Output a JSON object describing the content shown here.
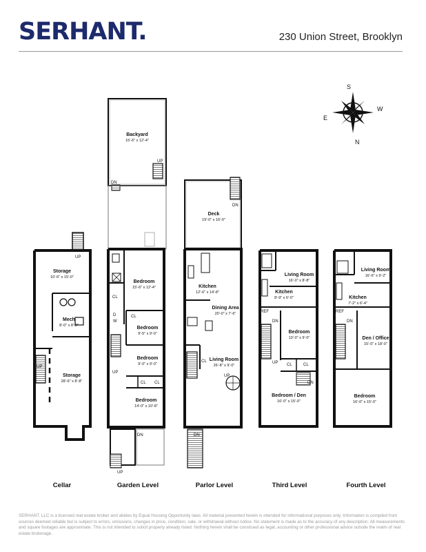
{
  "brand": {
    "logo": "SERHANT.",
    "address": "230 Union Street, Brooklyn",
    "brand_color": "#1d2a6b"
  },
  "compass": {
    "s": "S",
    "w": "W",
    "n": "N",
    "e": "E"
  },
  "marks": {
    "up": "UP",
    "dn": "DN",
    "cl": "CL",
    "ref": "REF",
    "d": "D",
    "w": "W"
  },
  "cellar": {
    "label": "Cellar",
    "rooms": [
      {
        "name": "Storage",
        "dims": "10'-6\" x 15'-0\""
      },
      {
        "name": "Mech",
        "dims": "8'-0\" x 8'-8\""
      },
      {
        "name": "Storage",
        "dims": "28'-6\" x 8'-8\""
      }
    ]
  },
  "garden": {
    "label": "Garden Level",
    "rooms": [
      {
        "name": "Backyard",
        "dims": "15'-6\" x 12'-4\""
      },
      {
        "name": "Bedroom",
        "dims": "15'-6\" x 12'-4\""
      },
      {
        "name": "Bedroom",
        "dims": "9'-5\" x 9'-0\""
      },
      {
        "name": "Bedroom",
        "dims": "9'-0\" x 9'-0\""
      },
      {
        "name": "Bedroom",
        "dims": "14'-0\" x 10'-8\""
      }
    ]
  },
  "parlor": {
    "label": "Parlor Level",
    "rooms": [
      {
        "name": "Deck",
        "dims": "19'-0\" x 16'-0\""
      },
      {
        "name": "Kitchen",
        "dims": "12'-6\" x 14'-8\""
      },
      {
        "name": "Dining Area",
        "dims": "20'-0\" x 7'-6\""
      },
      {
        "name": "Living Room",
        "dims": "26'-8\" x 9'-0\""
      }
    ]
  },
  "third": {
    "label": "Third Level",
    "rooms": [
      {
        "name": "Living Room",
        "dims": "16'-0\" x 8'-8\""
      },
      {
        "name": "Kitchen",
        "dims": "8'-9\" x 6'-0\""
      },
      {
        "name": "Bedroom",
        "dims": "13'-0\" x 9'-0\""
      },
      {
        "name": "Bedroom / Den",
        "dims": "16'-0\" x 15'-0\""
      }
    ]
  },
  "fourth": {
    "label": "Fourth Level",
    "rooms": [
      {
        "name": "Living Room",
        "dims": "16'-6\" x 9'-2\""
      },
      {
        "name": "Kitchen",
        "dims": "7'-2\" x 6'-4\""
      },
      {
        "name": "Den / Office",
        "dims": "15'-0\" x 18'-0\""
      },
      {
        "name": "Bedroom",
        "dims": "16'-0\" x 15'-0\""
      }
    ]
  },
  "disclaimer": "SERHANT. LLC is a licensed real estate broker and abides by Equal Housing Opportunity laws. All material presented herein is intended for informational purposes only. Information is compiled from sources deemed reliable but is subject to errors, omissions, changes in price, condition, sale, or withdrawal without notice. No statement is made as to the accuracy of any description. All measurements and square footages are approximate. This is not intended to solicit property already listed. Nothing herein shall be construed as legal, accounting or other professional advice outside the realm of real estate brokerage."
}
